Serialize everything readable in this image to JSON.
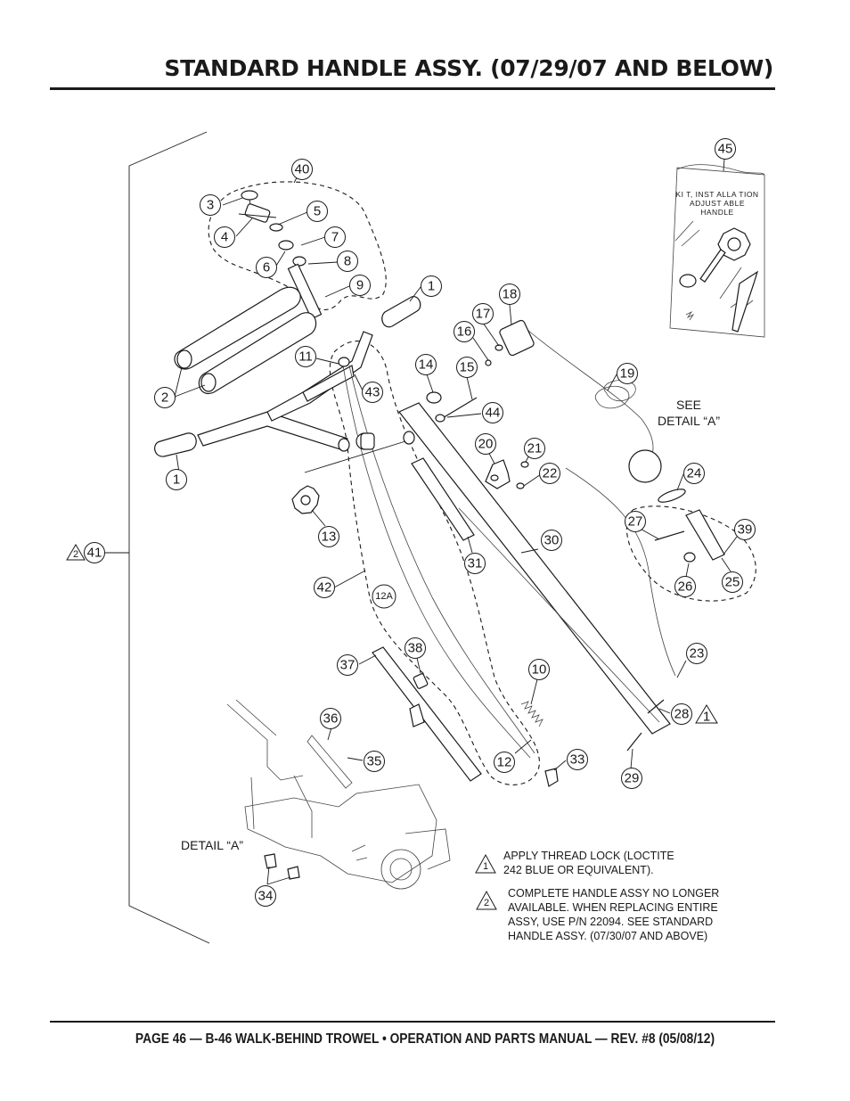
{
  "header": {
    "title": "STANDARD HANDLE ASSY. (07/29/07 AND BELOW)"
  },
  "footer": {
    "text": "PAGE 46 — B-46 WALK-BEHIND TROWEL • OPERATION AND PARTS MANUAL — REV. #8 (05/08/12)"
  },
  "labels": {
    "see_detail_line1": "SEE",
    "see_detail_line2": "DETAIL “A”",
    "detail_a": "DETAIL “A”",
    "kit_line1": "KI T,  INST ALLA  TION",
    "kit_line2": "ADJUST  ABLE",
    "kit_line3": "HANDLE"
  },
  "notes": [
    {
      "marker": "1",
      "line1": "APPLY THREAD LOCK (LOCTITE",
      "line2": "242 BLUE OR EQUIVALENT).",
      "line3": "",
      "line4": ""
    },
    {
      "marker": "2",
      "line1": "COMPLETE HANDLE ASSY NO LONGER",
      "line2": "AVAILABLE. WHEN REPLACING ENTIRE",
      "line3": "ASSY, USE P/N 22094. SEE STANDARD",
      "line4": "HANDLE ASSY. (07/30/07 AND ABOVE)"
    }
  ],
  "note_markers": {
    "part41": "2",
    "part28": "1"
  },
  "callouts": {
    "c40": "40",
    "c3": "3",
    "c5": "5",
    "c4": "4",
    "c7": "7",
    "c6": "6",
    "c8": "8",
    "c9": "9",
    "c1a": "1",
    "c18": "18",
    "c17": "17",
    "c16": "16",
    "c11": "11",
    "c14": "14",
    "c15": "15",
    "c19": "19",
    "c2": "2",
    "c43": "43",
    "c44": "44",
    "c20": "20",
    "c21": "21",
    "c22": "22",
    "c24": "24",
    "c1b": "1",
    "c13": "13",
    "c27": "27",
    "c39": "39",
    "c30": "30",
    "c31": "31",
    "c26": "26",
    "c25": "25",
    "c41": "41",
    "c42": "42",
    "c12a": "12A",
    "c23": "23",
    "c37": "37",
    "c38": "38",
    "c10": "10",
    "c28": "28",
    "c36": "36",
    "c35": "35",
    "c33": "33",
    "c12": "12",
    "c29": "29",
    "c34": "34",
    "c45": "45"
  }
}
